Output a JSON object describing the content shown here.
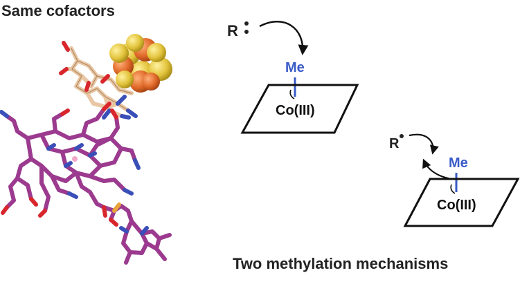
{
  "titles": {
    "left": "Same cofactors",
    "bottom": "Two methylation mechanisms"
  },
  "mechanism_1": {
    "radical": "R",
    "methyl": "Me",
    "metal": "Co(III)"
  },
  "mechanism_2": {
    "radical": "R",
    "methyl": "Me",
    "metal": "Co(III)"
  },
  "colors": {
    "methyl": "#3a5bc7",
    "text": "#222222",
    "cobalamin": "#9b3a8e",
    "sam": "#e9c7a5",
    "fes_iron": "#e06a2a",
    "fes_sulfur": "#e3c43d",
    "nitrogen": "#3a4fb8",
    "oxygen": "#d8262c"
  }
}
